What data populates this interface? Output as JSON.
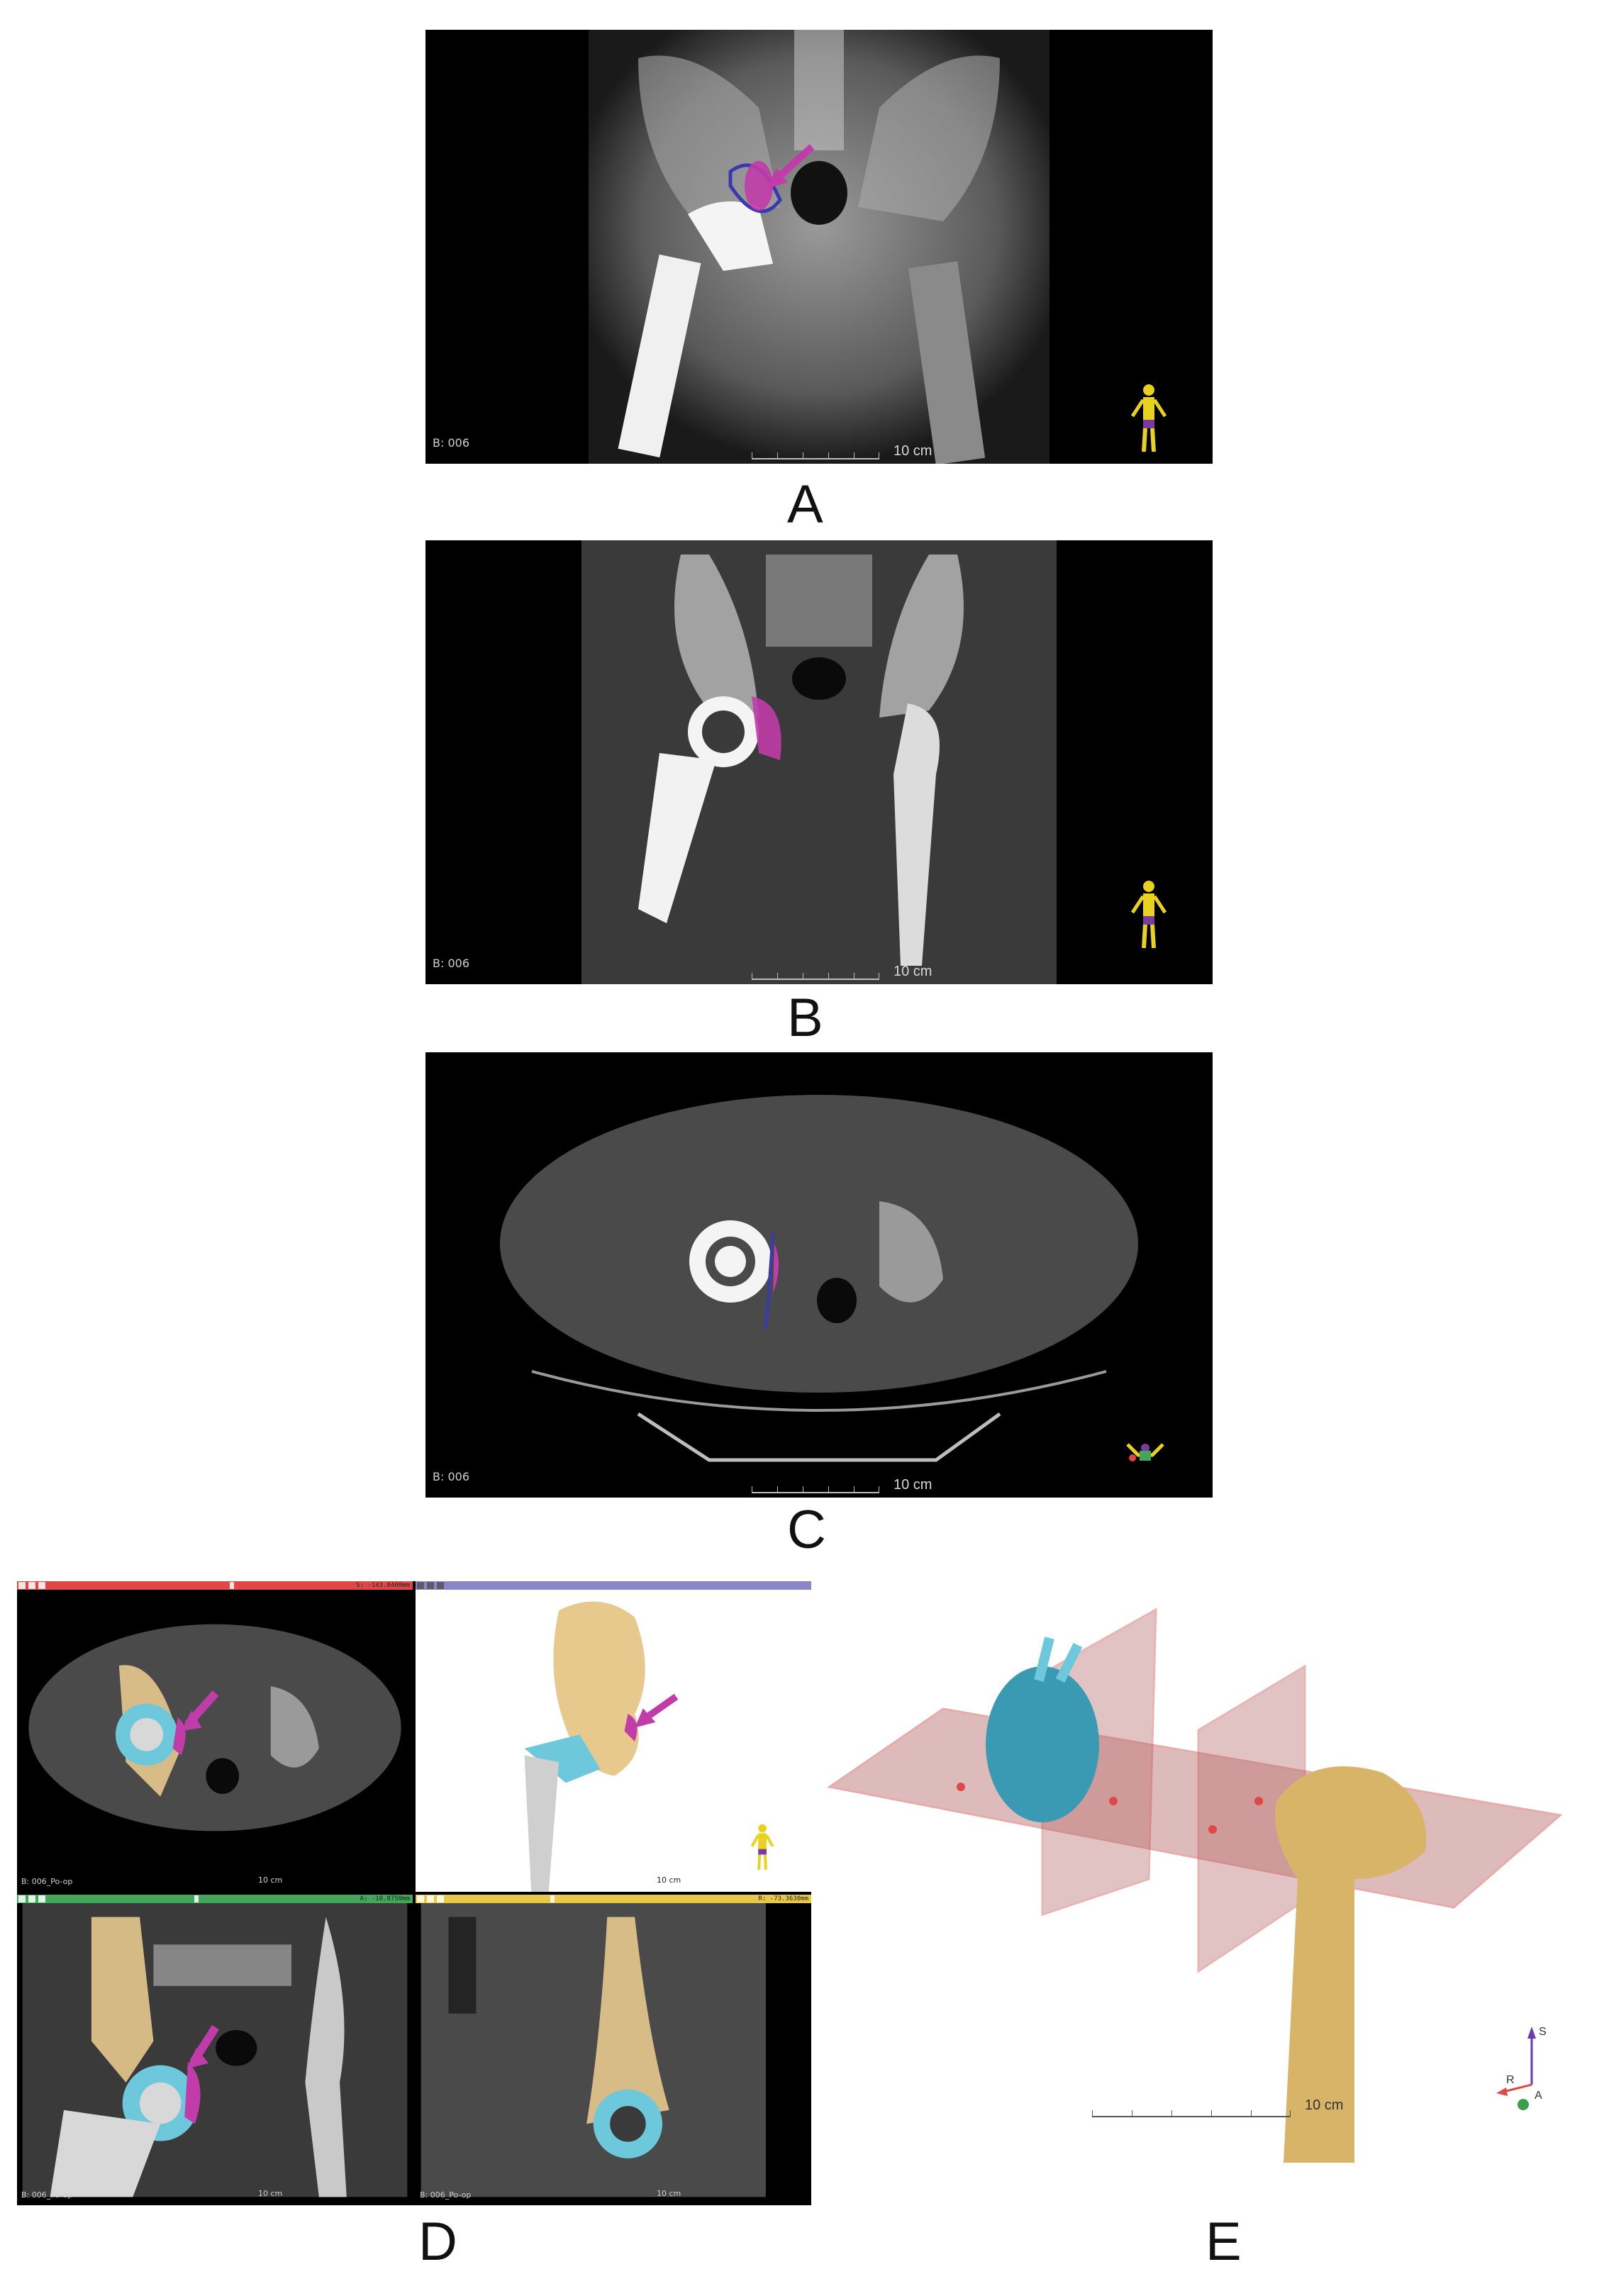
{
  "panels": {
    "A": {
      "letter": "A",
      "label": "B: 006",
      "scale": "10 cm"
    },
    "B": {
      "letter": "B",
      "label": "B: 006",
      "scale": "10 cm"
    },
    "C": {
      "letter": "C",
      "label": "B: 006",
      "scale": "10 cm"
    },
    "D": {
      "letter": "D",
      "axial": {
        "label": "B: 006_Po-op",
        "scale": "10 cm",
        "coord": "S: -143.8400mm"
      },
      "render3d": {
        "scale": "10 cm"
      },
      "coronal": {
        "label": "B: 006_Po-op",
        "scale": "10 cm",
        "coord": "A: -10.8750mm"
      },
      "sagittal": {
        "label": "B: 006_Po-op",
        "scale": "10 cm",
        "coord": "R: -73.3630mm"
      }
    },
    "E": {
      "letter": "E",
      "scale": "10 cm",
      "axes": [
        "S",
        "R",
        "A"
      ]
    }
  },
  "colors": {
    "highlight": "#c03ca8",
    "cup": "#6ec8dc",
    "bone": "#e7c98e",
    "plane": "#b86a6a",
    "bar_axial": "#e04848",
    "bar_3d": "#8a86c9",
    "bar_coronal": "#43a65a",
    "bar_sagittal": "#e6c94a"
  }
}
